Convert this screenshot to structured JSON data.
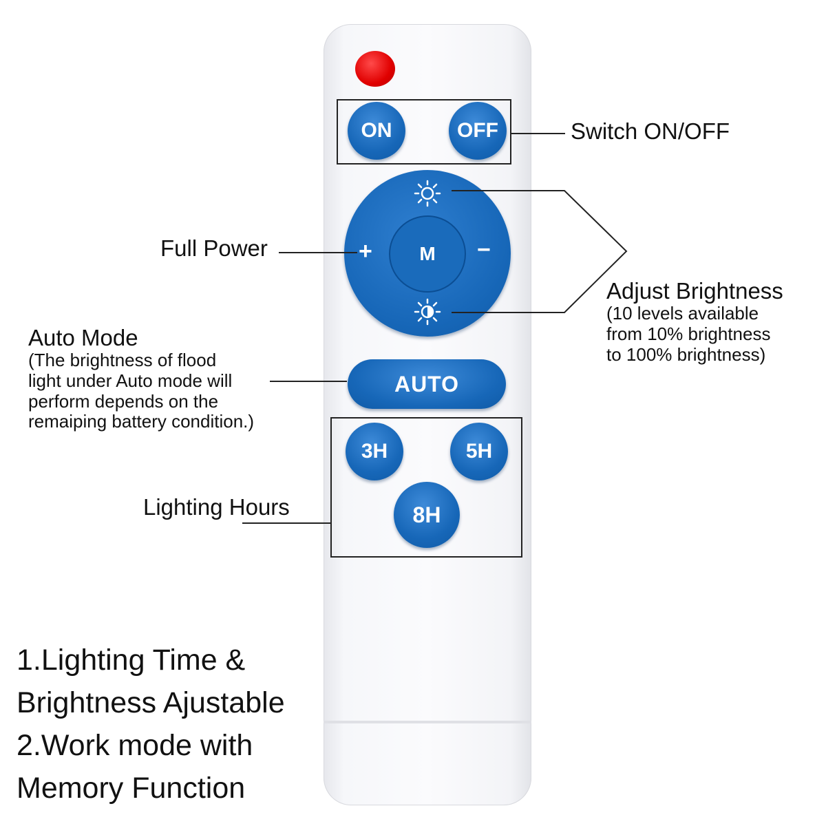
{
  "remote": {
    "on_label": "ON",
    "off_label": "OFF",
    "m_label": "M",
    "plus_label": "+",
    "minus_label": "−",
    "auto_label": "AUTO",
    "h3_label": "3H",
    "h5_label": "5H",
    "h8_label": "8H",
    "button_color": "#1767b8",
    "led_color": "#e00000"
  },
  "annotations": {
    "switch": "Switch ON/OFF",
    "full_power": "Full Power",
    "adjust_title": "Adjust Brightness",
    "adjust_lines": [
      "(10 levels available",
      "from 10% brightness",
      "to 100% brightness)"
    ],
    "auto_title": "Auto Mode",
    "auto_lines": [
      "(The brightness of flood",
      "light under Auto mode will",
      "perform depends on the",
      "remaiping battery condition.)"
    ],
    "lighting_hours": "Lighting Hours"
  },
  "features": [
    "1.Lighting Time &",
    "Brightness Ajustable",
    "2.Work mode with",
    "Memory Function"
  ]
}
